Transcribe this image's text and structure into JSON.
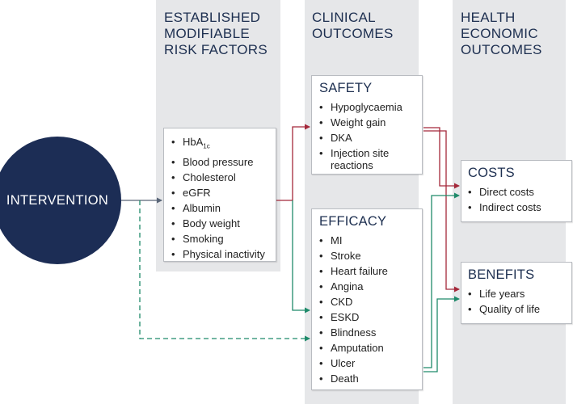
{
  "columns": {
    "risk": "ESTABLISHED\nMODIFIABLE\nRISK FACTORS",
    "clinical": "CLINICAL\nOUTCOMES",
    "economic": "HEALTH\nECONOMIC\nOUTCOMES"
  },
  "intervention": "INTERVENTION",
  "risk_factors": {
    "hba1c_main": "HbA",
    "hba1c_sub": "1c",
    "items": [
      "Blood pressure",
      "Cholesterol",
      "eGFR",
      "Albumin",
      "Body weight",
      "Smoking",
      "Physical inactivity"
    ]
  },
  "safety": {
    "title": "SAFETY",
    "items": [
      "Hypoglycaemia",
      "Weight gain",
      "DKA",
      "Injection site reactions"
    ]
  },
  "efficacy": {
    "title": "EFFICACY",
    "items": [
      "MI",
      "Stroke",
      "Heart failure",
      "Angina",
      "CKD",
      "ESKD",
      "Blindness",
      "Amputation",
      "Ulcer",
      "Death"
    ]
  },
  "costs": {
    "title": "COSTS",
    "items": [
      "Direct costs",
      "Indirect costs"
    ]
  },
  "benefits": {
    "title": "BENEFITS",
    "items": [
      "Life years",
      "Quality of life"
    ]
  },
  "colors": {
    "navy": "#1c2d55",
    "red_arrow": "#a4283a",
    "green_arrow": "#1f8a6a",
    "grey_arrow": "#5a6678",
    "column_bg": "#e6e7e9"
  }
}
